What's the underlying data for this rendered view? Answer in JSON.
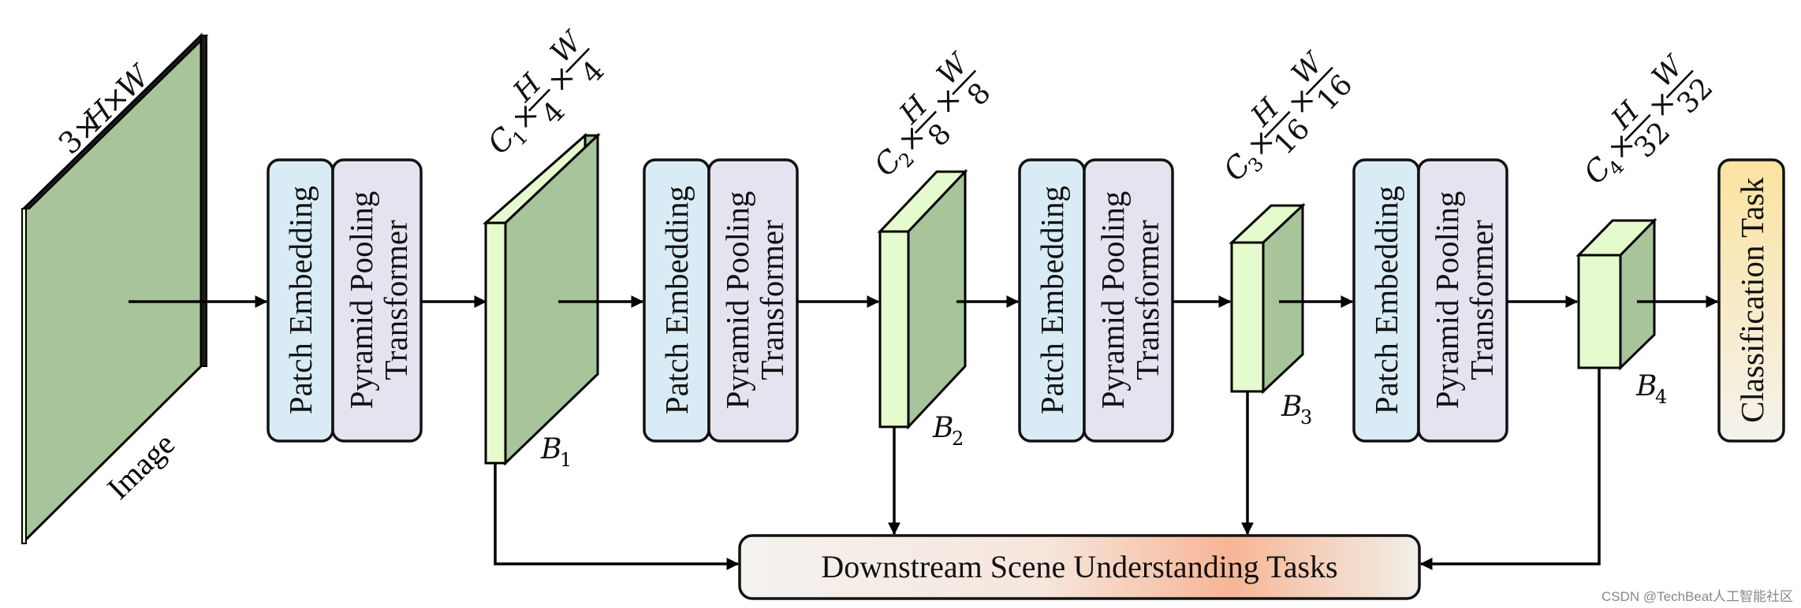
{
  "input": {
    "label": "Image",
    "dims": {
      "prefix": "3×",
      "H": "H",
      "times": "×",
      "W": "W"
    }
  },
  "modules": {
    "patch_embedding": "Patch Embedding",
    "ppt_line1": "Pyramid Pooling",
    "ppt_line2": "Transformer"
  },
  "blocks": [
    {
      "name": "B",
      "sub": "1",
      "C": "C",
      "csub": "1",
      "times": "×",
      "H": "H",
      "W": "W",
      "den": "4"
    },
    {
      "name": "B",
      "sub": "2",
      "C": "C",
      "csub": "2",
      "times": "×",
      "H": "H",
      "W": "W",
      "den": "8"
    },
    {
      "name": "B",
      "sub": "3",
      "C": "C",
      "csub": "3",
      "times": "×",
      "H": "H",
      "W": "W",
      "den": "16"
    },
    {
      "name": "B",
      "sub": "4",
      "C": "C",
      "csub": "4",
      "times": "×",
      "H": "H",
      "W": "W",
      "den": "32"
    }
  ],
  "outputs": {
    "classification": "Classification Task",
    "downstream": "Downstream Scene Understanding Tasks"
  },
  "watermark": "CSDN @TechBeat人工智能社区",
  "colors": {
    "feature_green": "#a8c49a",
    "feature_front": "#e6fbcd",
    "patch_blue": "#d9ecf5",
    "ppt_purple": "#e6e3f0",
    "classification_top": "#fbe7b0",
    "classification_bottom": "#f3f1ea",
    "downstream_left": "#f3f1ee",
    "downstream_right": "#f6c3a8"
  }
}
